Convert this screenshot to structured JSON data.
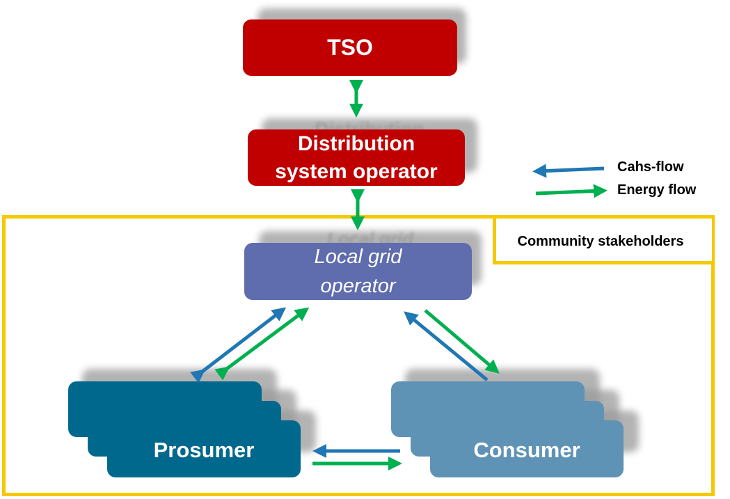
{
  "nodes": {
    "tso": "TSO",
    "dso_line1": "Distribution",
    "dso_line2": "system operator",
    "lgo_line1": "Local grid",
    "lgo_line2": "operator",
    "prosumer": "Prosumer",
    "consumer": "Consumer"
  },
  "legend": {
    "cash_flow": "Cahs-flow",
    "energy_flow": "Energy flow"
  },
  "community_label": "Community stakeholders",
  "colors": {
    "red": "#c00000",
    "purple": "#5f6cad",
    "teal": "#00688d",
    "lightblue": "#5f93b6",
    "cash_arrow": "#1f77b4",
    "energy_arrow": "#00b050",
    "frame": "#f5c800"
  }
}
